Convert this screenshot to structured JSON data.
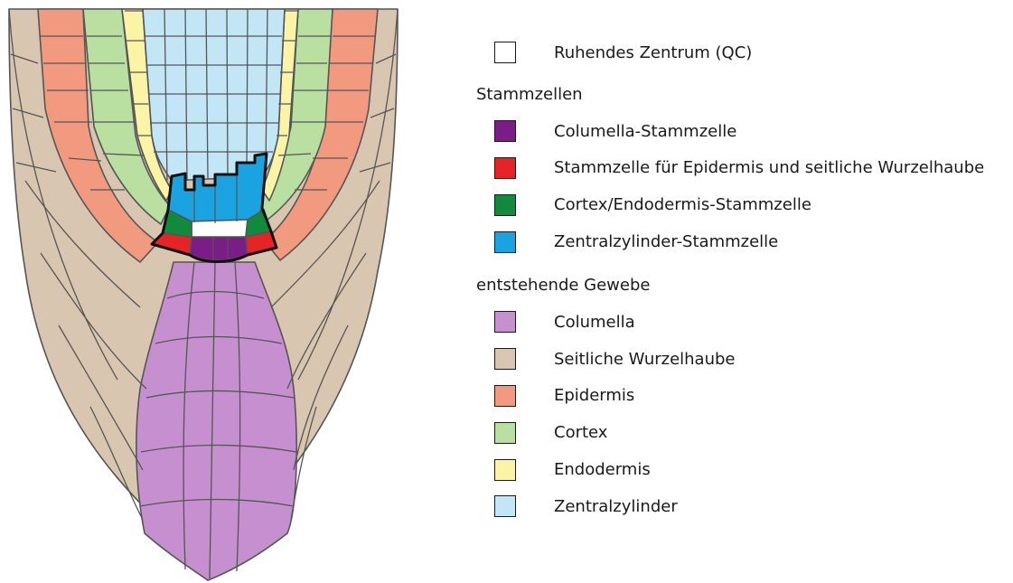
{
  "legend": {
    "qc": {
      "label": "Ruhendes Zentrum (QC)",
      "color": "#ffffff"
    },
    "stem_heading": "Stammzellen",
    "stem_cells": [
      {
        "label": "Columella-Stammzelle",
        "color": "#7b1d86"
      },
      {
        "label": "Stammzelle für Epidermis und seitliche Wurzelhaube",
        "color": "#e52427"
      },
      {
        "label": "Cortex/Endodermis-Stammzelle",
        "color": "#128a3e"
      },
      {
        "label": "Zentralzylinder-Stammzelle",
        "color": "#1aa3e0"
      }
    ],
    "tissue_heading": "entstehende Gewebe",
    "tissues": [
      {
        "label": "Columella",
        "color": "#c68fcf"
      },
      {
        "label": "Seitliche Wurzelhaube",
        "color": "#d8c6b0"
      },
      {
        "label": "Epidermis",
        "color": "#f29a80"
      },
      {
        "label": "Cortex",
        "color": "#b9e0a0"
      },
      {
        "label": "Endodermis",
        "color": "#fbf4a6"
      },
      {
        "label": "Zentralzylinder",
        "color": "#c3e6f6"
      }
    ]
  }
}
